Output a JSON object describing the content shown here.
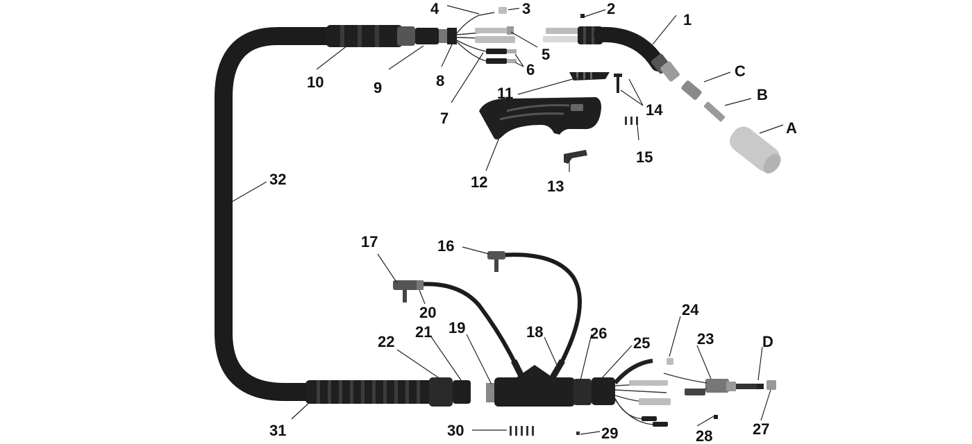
{
  "labels": {
    "l1": "1",
    "l2": "2",
    "l3": "3",
    "l4": "4",
    "l5": "5",
    "l6": "6",
    "l7": "7",
    "l8": "8",
    "l9": "9",
    "l10": "10",
    "l11": "11",
    "l12": "12",
    "l13": "13",
    "l14": "14",
    "l15": "15",
    "l16": "16",
    "l17": "17",
    "l18": "18",
    "l19": "19",
    "l20": "20",
    "l21": "21",
    "l22": "22",
    "l23": "23",
    "l24": "24",
    "l25": "25",
    "l26": "26",
    "l27": "27",
    "l28": "28",
    "l29": "29",
    "l30": "30",
    "l31": "31",
    "l32": "32",
    "lA": "A",
    "lB": "B",
    "lC": "C",
    "lD": "D"
  },
  "colors": {
    "dark": "#1f1f1f",
    "mid": "#4a4a4a",
    "light": "#bdbdbd"
  }
}
